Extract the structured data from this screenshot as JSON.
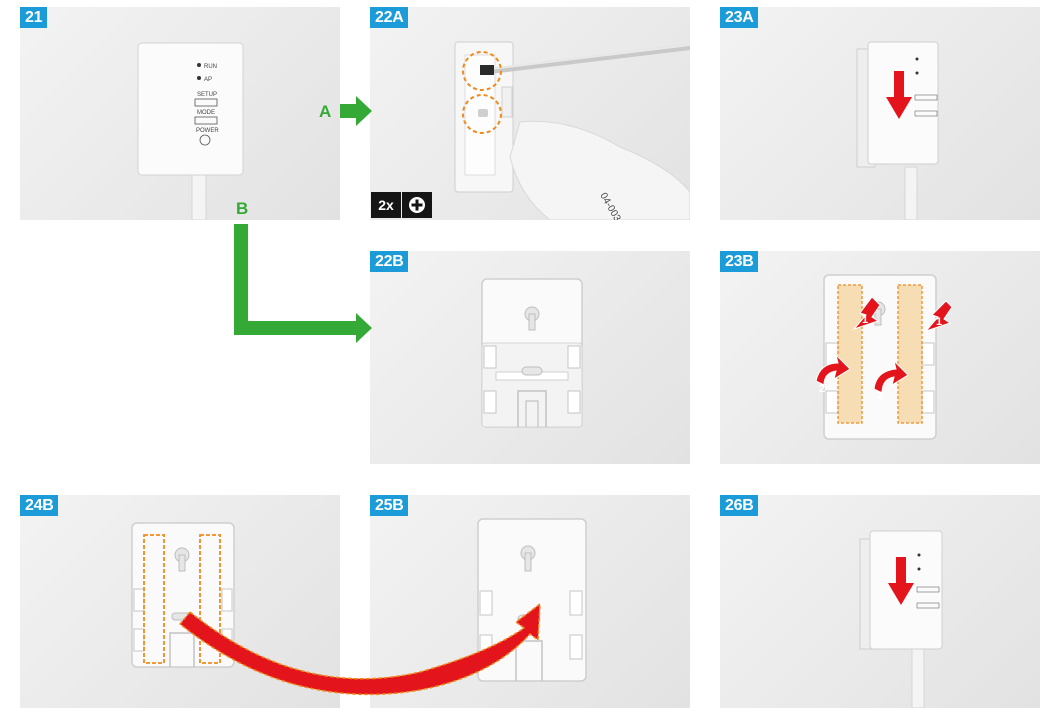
{
  "steps": [
    {
      "id": "21"
    },
    {
      "id": "22A"
    },
    {
      "id": "23A"
    },
    {
      "id": "22B"
    },
    {
      "id": "23B"
    },
    {
      "id": "24B"
    },
    {
      "id": "25B"
    },
    {
      "id": "26B"
    }
  ],
  "flow": {
    "route_a": "A",
    "route_b": "B"
  },
  "tool": {
    "count": "2x",
    "icon": "phillips-screwdriver-icon"
  },
  "device": {
    "run": "RUN",
    "ap": "AP",
    "setup": "SETUP",
    "mode": "MODE",
    "power": "POWER"
  },
  "tape": {
    "peel_step_1": "1",
    "peel_step_2": "2"
  },
  "colors": {
    "step_label": "#1b9bd7",
    "flow_arrow": "#35a935",
    "action_arrow": "#e3141b",
    "highlight": "#f08a1c",
    "tape_fill": "#f6d9a8"
  }
}
